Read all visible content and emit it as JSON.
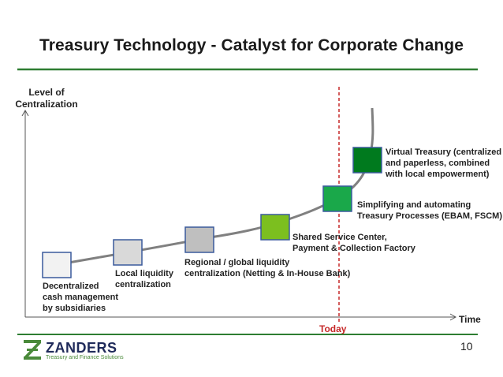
{
  "title": "Treasury Technology  -  Catalyst for Corporate Change",
  "y_axis_label": "Level of\nCentralization",
  "x_axis_label": "Time",
  "today_label": "Today",
  "page_number": "10",
  "logo": {
    "name": "ZANDERS",
    "tagline": "Treasury and Finance Solutions"
  },
  "colors": {
    "title_rule": "#2e7d32",
    "curve": "#808080",
    "today_line": "#c62828",
    "box_border": "#3a5a9c"
  },
  "stages": [
    {
      "label": "Decentralized\ncash management\nby subsidiaries",
      "fill": "#f2f2f2"
    },
    {
      "label": "Local liquidity\ncentralization",
      "fill": "#d9d9d9"
    },
    {
      "label": "Regional / global liquidity\ncentralization (Netting & In-House Bank)",
      "fill": "#bfbfbf"
    },
    {
      "label": "Shared Service Center,\nPayment & Collection Factory",
      "fill": "#7cbf1f"
    },
    {
      "label": "Simplifying and automating\nTreasury Processes (EBAM, FSCM)",
      "fill": "#1aa84a"
    },
    {
      "label": "Virtual Treasury (centralized\nand paperless, combined\nwith local empowerment)",
      "fill": "#007a1e"
    }
  ]
}
